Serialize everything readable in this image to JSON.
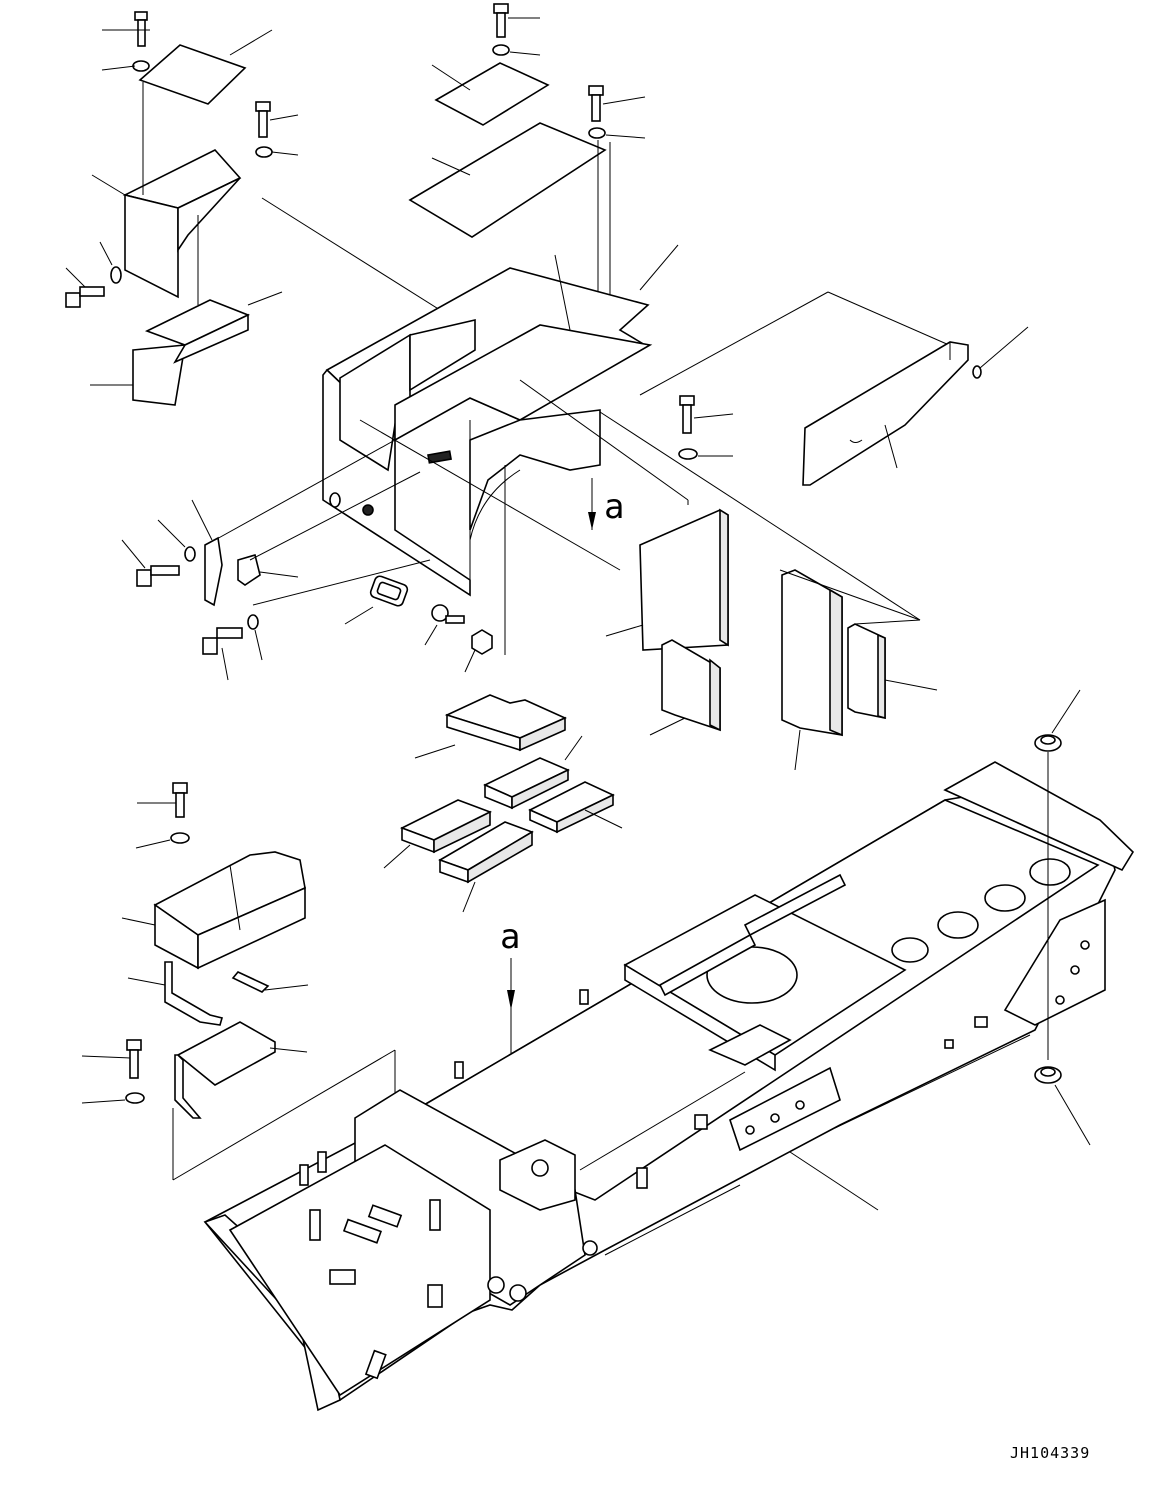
{
  "drawing": {
    "view_label_top": "a",
    "view_label_bottom": "a",
    "drawing_code": "JH104339",
    "colors": {
      "ink": "#000000",
      "paper": "#ffffff"
    }
  }
}
